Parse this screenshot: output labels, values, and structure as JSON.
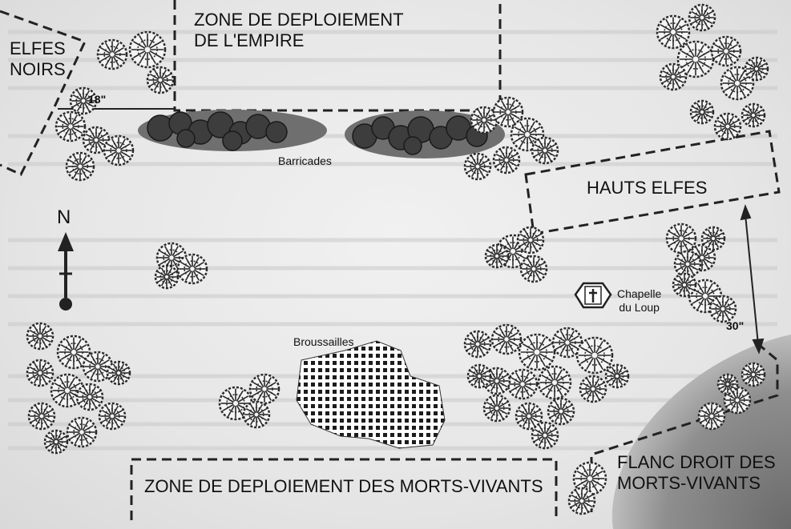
{
  "labels": {
    "dark_elves": "ELFES\nNOIRS",
    "empire_zone": "ZONE DE DEPLOIEMENT\nDE L'EMPIRE",
    "high_elves": "HAUTS ELFES",
    "undead_zone": "ZONE DE DEPLOIEMENT DES MORTS-VIVANTS",
    "undead_flank": "FLANC DROIT DES\nMORTS-VIVANTS",
    "barricades": "Barricades",
    "brush": "Broussailles",
    "chapel": "Chapelle\ndu Loup",
    "north": "N",
    "dist_18": "18\"",
    "dist_30": "30\""
  },
  "icons": [
    "tree-icon",
    "north-arrow-icon",
    "cross-icon",
    "barricade-icon"
  ],
  "colors": {
    "background": "#e9e9e9",
    "zone_line": "#222222",
    "tree": "#2a2a2a",
    "hill": "#7d7d7d"
  }
}
